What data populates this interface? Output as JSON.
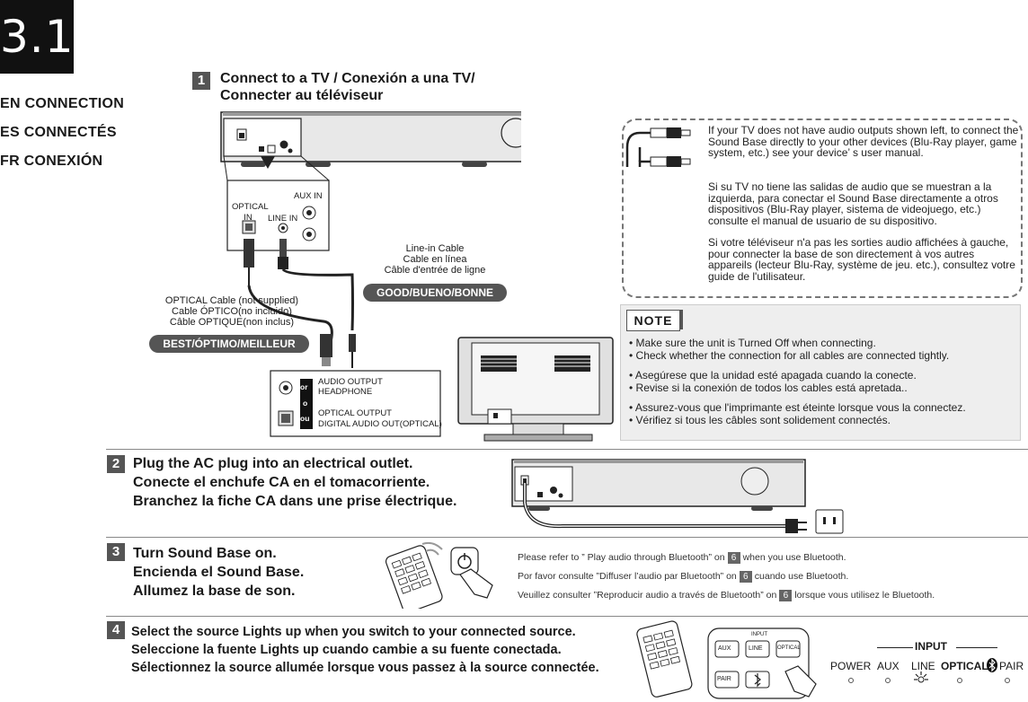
{
  "section": {
    "number": "3.1"
  },
  "sidebar": {
    "en": "EN CONNECTION",
    "es": "ES CONNECTÉS",
    "fr": "FR CONEXIÓN"
  },
  "step1": {
    "num": "1",
    "title_line1": "Connect to a TV / Conexión a una TV/",
    "title_line2": "Connecter au téléviseur",
    "device_labels": {
      "aux_in": "AUX IN",
      "optical_in": "OPTICAL\nIN",
      "line_in": "LINE IN"
    },
    "tv_labels": {
      "or1": "or",
      "o": "o",
      "ou": "ou",
      "audio_output": "AUDIO OUTPUT",
      "headphone": "HEADPHONE",
      "optical_output": "OPTICAL OUTPUT",
      "digital_audio_out": "DIGITAL AUDIO OUT",
      "optical_paren": "(OPTICAL)"
    },
    "linein_cable": {
      "en": "Line-in Cable",
      "es": "Cable en línea",
      "fr": "Câble d'entrée de ligne",
      "badge": "GOOD/BUENO/BONNE"
    },
    "optical_cable": {
      "en": "OPTICAL Cable (not supplied)",
      "es": "Cable ÓPTICO(no incluido)",
      "fr": "Câble OPTIQUE(non inclus)",
      "badge": "BEST/ÓPTIMO/MEILLEUR"
    }
  },
  "info": {
    "en": "If your TV does not have audio outputs shown left, to connect the Sound Base directly to your other devices (Blu-Ray player, game system, etc.) see your device’ s user manual.",
    "es": "Si su TV no tiene las salidas de audio que se muestran a la izquierda, para conectar el Sound Base directamente a otros dispositivos (Blu-Ray player, sistema de videojuego, etc.) consulte el manual de usuario de su dispositivo.",
    "fr": "Si votre téléviseur n'a pas les sorties audio affichées à gauche, pour connecter la base de son directement à vos autres appareils (lecteur Blu-Ray, système de jeu. etc.), consultez votre guide de l'utilisateur."
  },
  "note": {
    "label": "NOTE",
    "items": [
      "• Make sure the unit is Turned Off when connecting.",
      "• Check whether the connection for all cables are connected tightly.",
      "• Asegúrese que la unidad esté apagada cuando la conecte.",
      "• Revise si la conexión de todos los cables está apretada..",
      "• Assurez-vous que l'imprimante est éteinte lorsque vous la connectez.",
      "• Vérifiez si tous les câbles sont solidement connectés."
    ]
  },
  "step2": {
    "num": "2",
    "line1": "Plug the AC plug into an electrical outlet.",
    "line2": "Conecte el enchufe CA en el tomacorriente.",
    "line3": "Branchez la fiche CA dans une prise électrique."
  },
  "step3": {
    "num": "3",
    "line1": "Turn Sound Base on.",
    "line2": "Encienda el Sound Base.",
    "line3": "Allumez la base de son.",
    "bt_page": "6",
    "bt_en_a": "Please refer to ” Play audio  through Bluetooth” on",
    "bt_en_b": "when you use Bluetooth.",
    "bt_es_a": "Por favor consulte ”Diffuser l’audio par Bluetooth” on",
    "bt_es_b": "cuando use Bluetooth.",
    "bt_fr_a": "Veuillez consulter ”Reproducir audio a través de Bluetooth” on",
    "bt_fr_b": "lorsque vous utilisez le Bluetooth."
  },
  "step4": {
    "num": "4",
    "line1": "Select the source Lights up when you switch to your connected source.",
    "line2": "Seleccione la fuente Lights up cuando cambie a su fuente conectada.",
    "line3": "Sélectionnez la source allumée lorsque vous passez à la source connectée.",
    "remote_keys": {
      "aux": "AUX",
      "line": "LINE",
      "optical": "OPTICAL",
      "pair": "PAIR",
      "input": "INPUT"
    },
    "indicator": {
      "title": "INPUT",
      "labels": [
        "POWER",
        "AUX",
        "LINE",
        "OPTICAL",
        "PAIR"
      ],
      "lit": "LINE"
    }
  }
}
